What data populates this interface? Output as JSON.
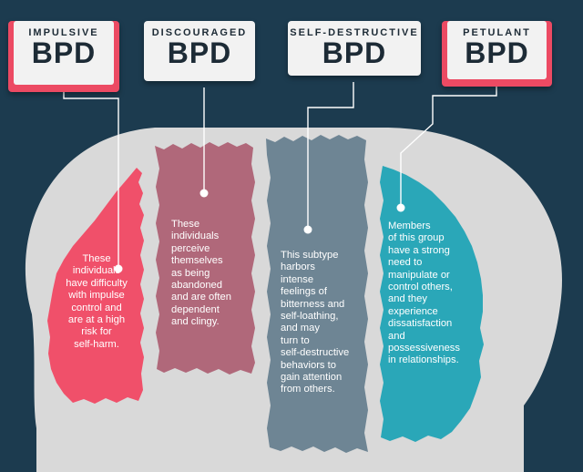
{
  "colors": {
    "background": "#1c3b4f",
    "head": "#d9d9d9",
    "impulsive": "#f0506a",
    "discouraged": "#b0687a",
    "self_destructive": "#6e8594",
    "petulant": "#2aa7b8",
    "label_accent": "#ec4a63"
  },
  "subtypes": [
    {
      "subtitle": "IMPULSIVE",
      "title": "BPD",
      "description": [
        "These",
        "individuals",
        "have difficulty",
        "with impulse",
        "control and",
        "are at a high",
        "risk for",
        "self-harm."
      ]
    },
    {
      "subtitle": "DISCOURAGED",
      "title": "BPD",
      "description": [
        "These",
        "individuals",
        "perceive",
        "themselves",
        "as being",
        "abandoned",
        "and are often",
        "dependent",
        "and clingy."
      ]
    },
    {
      "subtitle": "SELF-DESTRUCTIVE",
      "title": "BPD",
      "description": [
        "This subtype",
        "harbors",
        "intense",
        "feelings of",
        "bitterness and",
        "self-loathing,",
        "and may",
        "turn to",
        "self-destructive",
        "behaviors to",
        "gain attention",
        "from others."
      ]
    },
    {
      "subtitle": "PETULANT",
      "title": "BPD",
      "description": [
        "Members",
        "of this group",
        "have a strong",
        "need to",
        "manipulate or",
        "control others,",
        "and they",
        "experience",
        "dissatisfaction",
        "and",
        "possessiveness",
        "in relationships."
      ]
    }
  ]
}
